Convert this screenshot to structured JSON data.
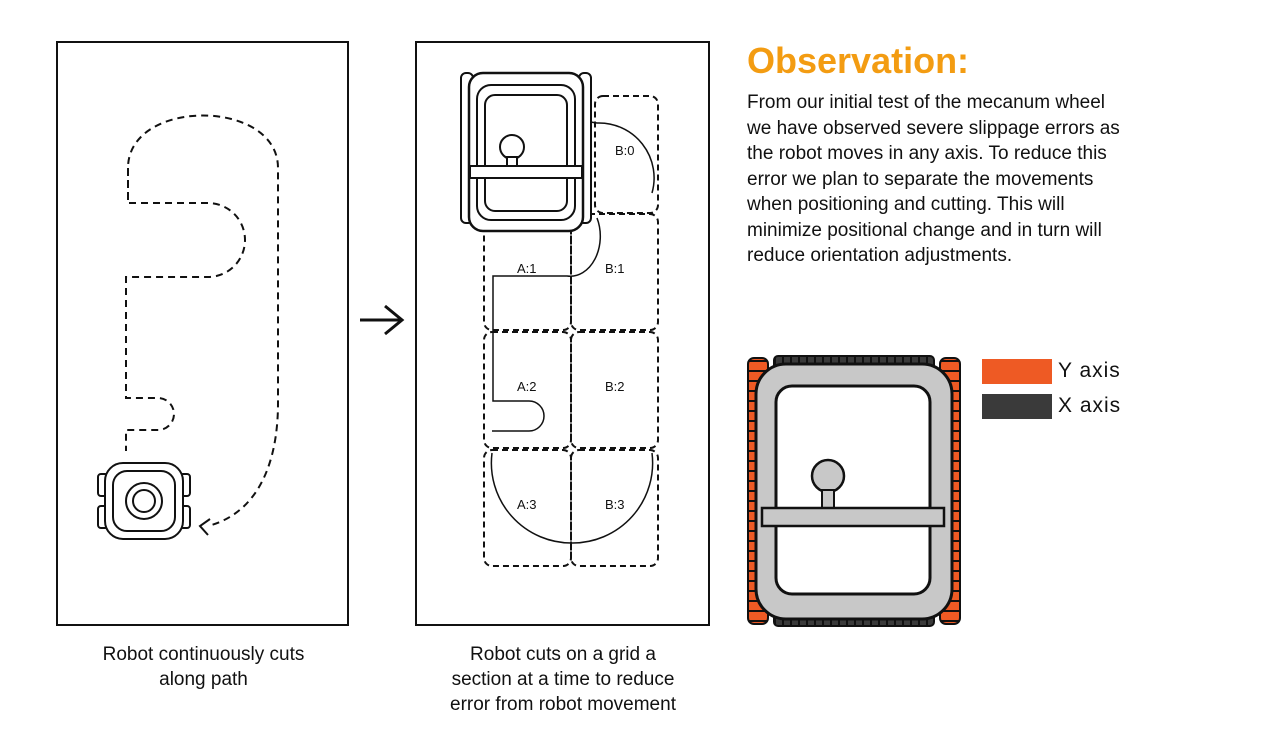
{
  "captions": {
    "left": "Robot continuously cuts\nalong path",
    "middle": "Robot cuts on a grid a\nsection at a time to reduce\nerror from robot movement"
  },
  "observation": {
    "title": "Observation:",
    "body": "From our initial test of the mecanum wheel\nwe have observed severe slippage errors as\nthe robot moves in any axis. To reduce this\nerror we plan to separate the movements\nwhen positioning and cutting. This will\nminimize positional change and in turn will\nreduce orientation adjustments."
  },
  "grid_cells": {
    "b0": "B:0",
    "a1": "A:1",
    "b1": "B:1",
    "a2": "A:2",
    "b2": "B:2",
    "a3": "A:3",
    "b3": "B:3"
  },
  "legend": {
    "y_label": "Y axis",
    "x_label": "X axis"
  },
  "colors": {
    "accent": "#f39c12",
    "y_axis": "#ee5a24",
    "x_axis": "#3a3a3a",
    "body_gray": "#c8c8c8"
  }
}
